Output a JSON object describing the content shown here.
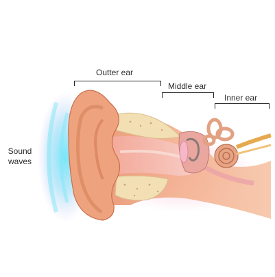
{
  "labels": {
    "outer_ear": "Outter ear",
    "middle_ear": "Middle ear",
    "inner_ear": "Inner ear",
    "sound_waves": "Sound waves"
  },
  "colors": {
    "skin": "#eea37e",
    "skin_dark": "#c96f4c",
    "cartilage": "#f3dfb4",
    "canal": "#f7c4b8",
    "wave_glow": "#58d8f2",
    "cochlea": "#e6a484",
    "nerve": "#e7a94e"
  }
}
